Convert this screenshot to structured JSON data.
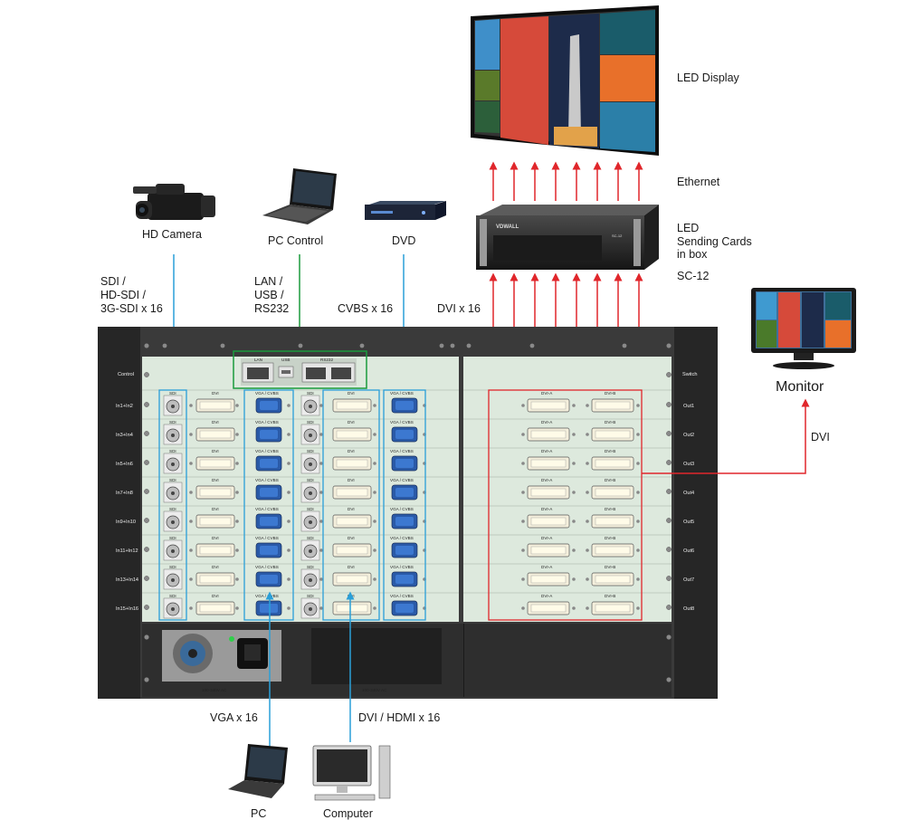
{
  "devices": {
    "led_display": "LED Display",
    "ethernet": "Ethernet",
    "sending_cards": [
      "LED",
      "Sending Cards",
      "in box"
    ],
    "sending_model": "SC-12",
    "hd_camera": "HD Camera",
    "pc_control": "PC Control",
    "dvd": "DVD",
    "monitor": "Monitor",
    "pc": "PC",
    "computer": "Computer",
    "box_brand": "VDWALL"
  },
  "signals": {
    "sdi": [
      "SDI /",
      "HD-SDI /",
      "3G-SDI x 16"
    ],
    "control": [
      "LAN /",
      "USB /",
      "RS232"
    ],
    "cvbs": "CVBS x 16",
    "dvi_in": "DVI x 16",
    "dvi_out": "DVI",
    "vga": "VGA x 16",
    "dvi_hdmi": "DVI / HDMI x 16"
  },
  "chassis": {
    "control_label": "Control",
    "switch_label": "Switch",
    "lan": "LAN",
    "usb": "USB",
    "rs232": "RS232",
    "input_rows": [
      "In1+In2",
      "In3+In4",
      "In5+In6",
      "In7+In8",
      "In9+In10",
      "In11+In12",
      "In13+In14",
      "In15+In16"
    ],
    "output_rows": [
      "Out1",
      "Out2",
      "Out3",
      "Out4",
      "Out5",
      "Out6",
      "Out7",
      "Out8"
    ],
    "port_sdi": "SDI",
    "port_dvi": "DVI",
    "port_vga": "VGA / CVBS",
    "port_dvi_a": "DVI-A",
    "port_dvi_b": "DVI-B",
    "power_left": "100-240V AC",
    "power_right": "100-240V AC"
  },
  "colors": {
    "blue_link": "#2a9fd8",
    "red_link": "#e0262b",
    "green_link": "#1a9a3c",
    "panel": "#dde9dd",
    "chassis": "#2a2a2a"
  }
}
